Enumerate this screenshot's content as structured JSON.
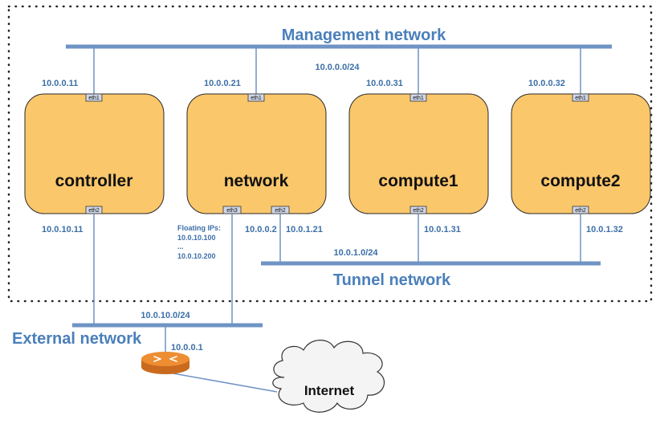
{
  "networks": {
    "management": {
      "title": "Management network",
      "subnet": "10.0.0.0/24"
    },
    "tunnel": {
      "title": "Tunnel network",
      "subnet": "10.0.1.0/24"
    },
    "external": {
      "title": "External network",
      "subnet": "10.0.10.0/24"
    }
  },
  "nodes": [
    {
      "name": "controller",
      "mgmt_ip": "10.0.0.11",
      "mgmt_port": "eth1",
      "ext_ip": "10.0.10.11",
      "ext_port": "eth2"
    },
    {
      "name": "network",
      "mgmt_ip": "10.0.0.21",
      "mgmt_port": "eth1",
      "ext_ip": "10.0.0.2",
      "ext_port": "eth3",
      "tunnel_ip": "10.0.1.21",
      "tunnel_port": "eth2"
    },
    {
      "name": "compute1",
      "mgmt_ip": "10.0.0.31",
      "mgmt_port": "eth1",
      "tunnel_ip": "10.0.1.31",
      "tunnel_port": "eth2"
    },
    {
      "name": "compute2",
      "mgmt_ip": "10.0.0.32",
      "mgmt_port": "eth1",
      "tunnel_ip": "10.0.1.32",
      "tunnel_port": "eth2"
    }
  ],
  "floating_ips": {
    "label": "Floating IPs:",
    "start": "10.0.10.100",
    "ellipsis": "...",
    "end": "10.0.10.200"
  },
  "router": {
    "ip": "10.0.0.1"
  },
  "internet": {
    "label": "Internet"
  },
  "colors": {
    "node_fill": "#fbc76b",
    "network_line": "#6f93c4",
    "network_text": "#4a7fba",
    "router": "#e8822a",
    "cloud_fill": "#f4f4f4"
  }
}
